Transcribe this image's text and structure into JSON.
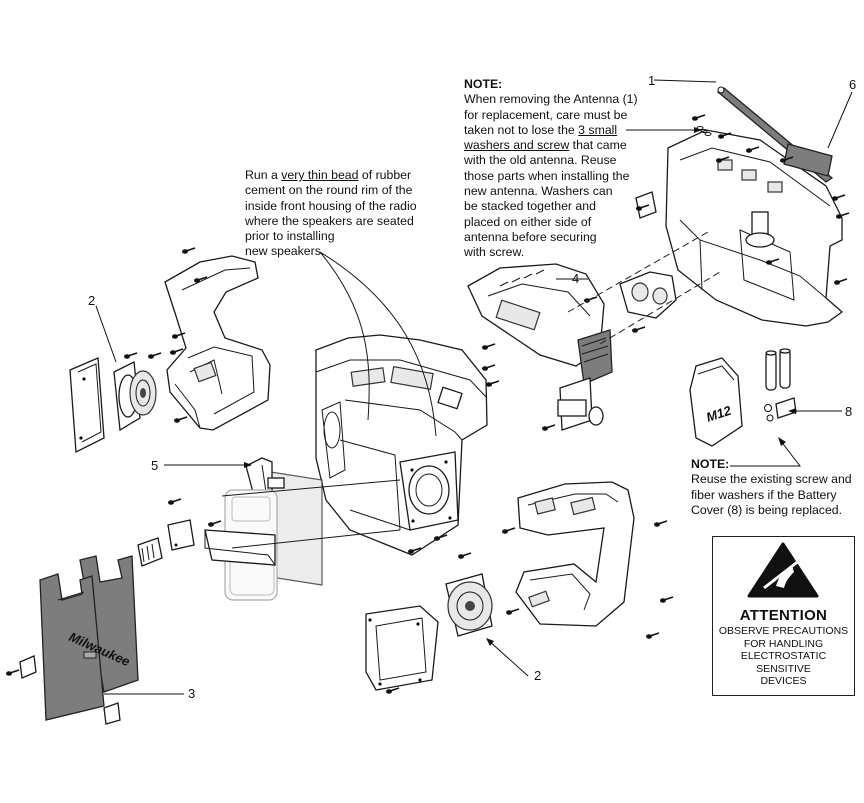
{
  "callouts": {
    "c1": "1",
    "c2a": "2",
    "c2b": "2",
    "c3": "3",
    "c4": "4",
    "c5": "5",
    "c6": "6",
    "c8": "8"
  },
  "note_cement": {
    "l1_pre": "Run a ",
    "l1_u": "very thin bead",
    "l1_post": " of rubber",
    "l2": "cement on the round rim of the",
    "l3": "inside front housing of the radio",
    "l4": "where the speakers are seated",
    "l5": "prior to installing",
    "l6": "new speakers."
  },
  "note_antenna": {
    "title": "NOTE:",
    "l1": "When removing the Antenna (1)",
    "l2": "for replacement, care must be",
    "l3_pre": "taken not to lose the ",
    "l3_u": "3 small",
    "l4_u": "washers and screw",
    "l4_post": " that came",
    "l5": "with the old antenna. Reuse",
    "l6": "those parts when installing the",
    "l7": "new antenna. Washers can",
    "l8": "be stacked together and",
    "l9": "placed on either side of",
    "l10": "antenna before securing",
    "l11": "with screw."
  },
  "note_battery": {
    "title": "NOTE:",
    "l1": "Reuse the existing screw and",
    "l2": "fiber washers if the Battery",
    "l3": "Cover (8) is being replaced."
  },
  "attention": {
    "heading": "ATTENTION",
    "l1": "OBSERVE PRECAUTIONS",
    "l2": "FOR HANDLING",
    "l3": "ELECTROSTATIC",
    "l4": "SENSITIVE",
    "l5": "DEVICES"
  },
  "logo_text": "Milwaukee",
  "icons": [
    "esd-warning-icon",
    "screw-icon",
    "antenna-icon",
    "speaker-icon"
  ]
}
